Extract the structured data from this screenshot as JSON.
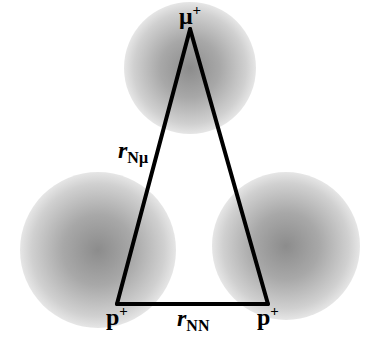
{
  "diagram": {
    "nodes": [
      {
        "text": [
          "μ+"
        ]
      },
      {
        "text": [
          "p+"
        ]
      },
      {
        "text": [
          "p+"
        ]
      }
    ],
    "edges": [
      {
        "from": 0,
        "to": 1,
        "arrow": "none",
        "label": "rNμ"
      },
      {
        "from": 1,
        "to": 2,
        "arrow": "none",
        "label": "rNN"
      },
      {
        "from": 0,
        "to": 2,
        "arrow": "none"
      }
    ]
  }
}
